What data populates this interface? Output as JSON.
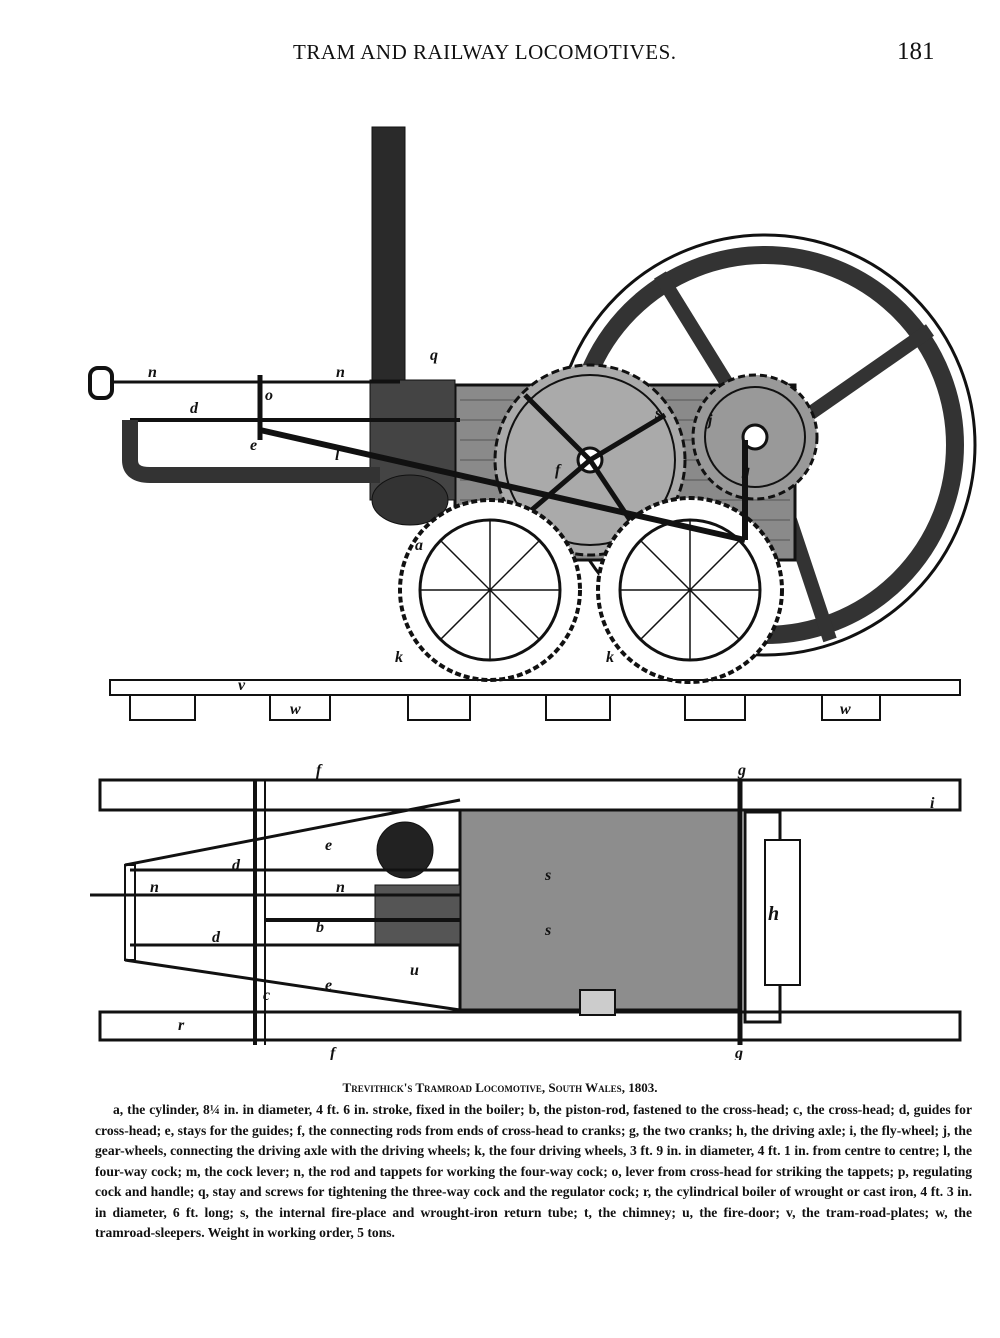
{
  "header": {
    "running_title": "TRAM AND RAILWAY LOCOMOTIVES.",
    "page_number": "181"
  },
  "figure": {
    "elevation_labels": [
      "n",
      "n",
      "d",
      "o",
      "e",
      "q",
      "l",
      "f",
      "j",
      "s",
      "g",
      "a",
      "k",
      "k",
      "v",
      "w",
      "w"
    ],
    "plan_labels": [
      "f",
      "g",
      "i",
      "e",
      "d",
      "n",
      "n",
      "b",
      "s",
      "s",
      "d",
      "u",
      "h",
      "c",
      "e",
      "r",
      "f",
      "g"
    ]
  },
  "caption": {
    "title": "Trevithick's Tramroad Locomotive, South Wales, 1803.",
    "body": "a, the cylinder, 8¼ in. in diameter, 4 ft. 6 in. stroke, fixed in the boiler; b, the piston-rod, fastened to the cross-head; c, the cross-head; d, guides for cross-head; e, stays for the guides; f, the connecting rods from ends of cross-head to cranks; g, the two cranks; h, the driving axle; i, the fly-wheel; j, the gear-wheels, connecting the driving axle with the driving wheels; k, the four driving wheels, 3 ft. 9 in. in diameter, 4 ft. 1 in. from centre to centre; l, the four-way cock; m, the cock lever; n, the rod and tappets for working the four-way cock; o, lever from cross-head for striking the tappets; p, regulating cock and handle; q, stay and screws for tightening the three-way cock and the regulator cock; r, the cylindrical boiler of wrought or cast iron, 4 ft. 3 in. in diameter, 6 ft. long; s, the internal fire-place and wrought-iron return tube; t, the chimney; u, the fire-door; v, the tram-road-plates; w, the tramroad-sleepers. Weight in working order, 5 tons."
  }
}
